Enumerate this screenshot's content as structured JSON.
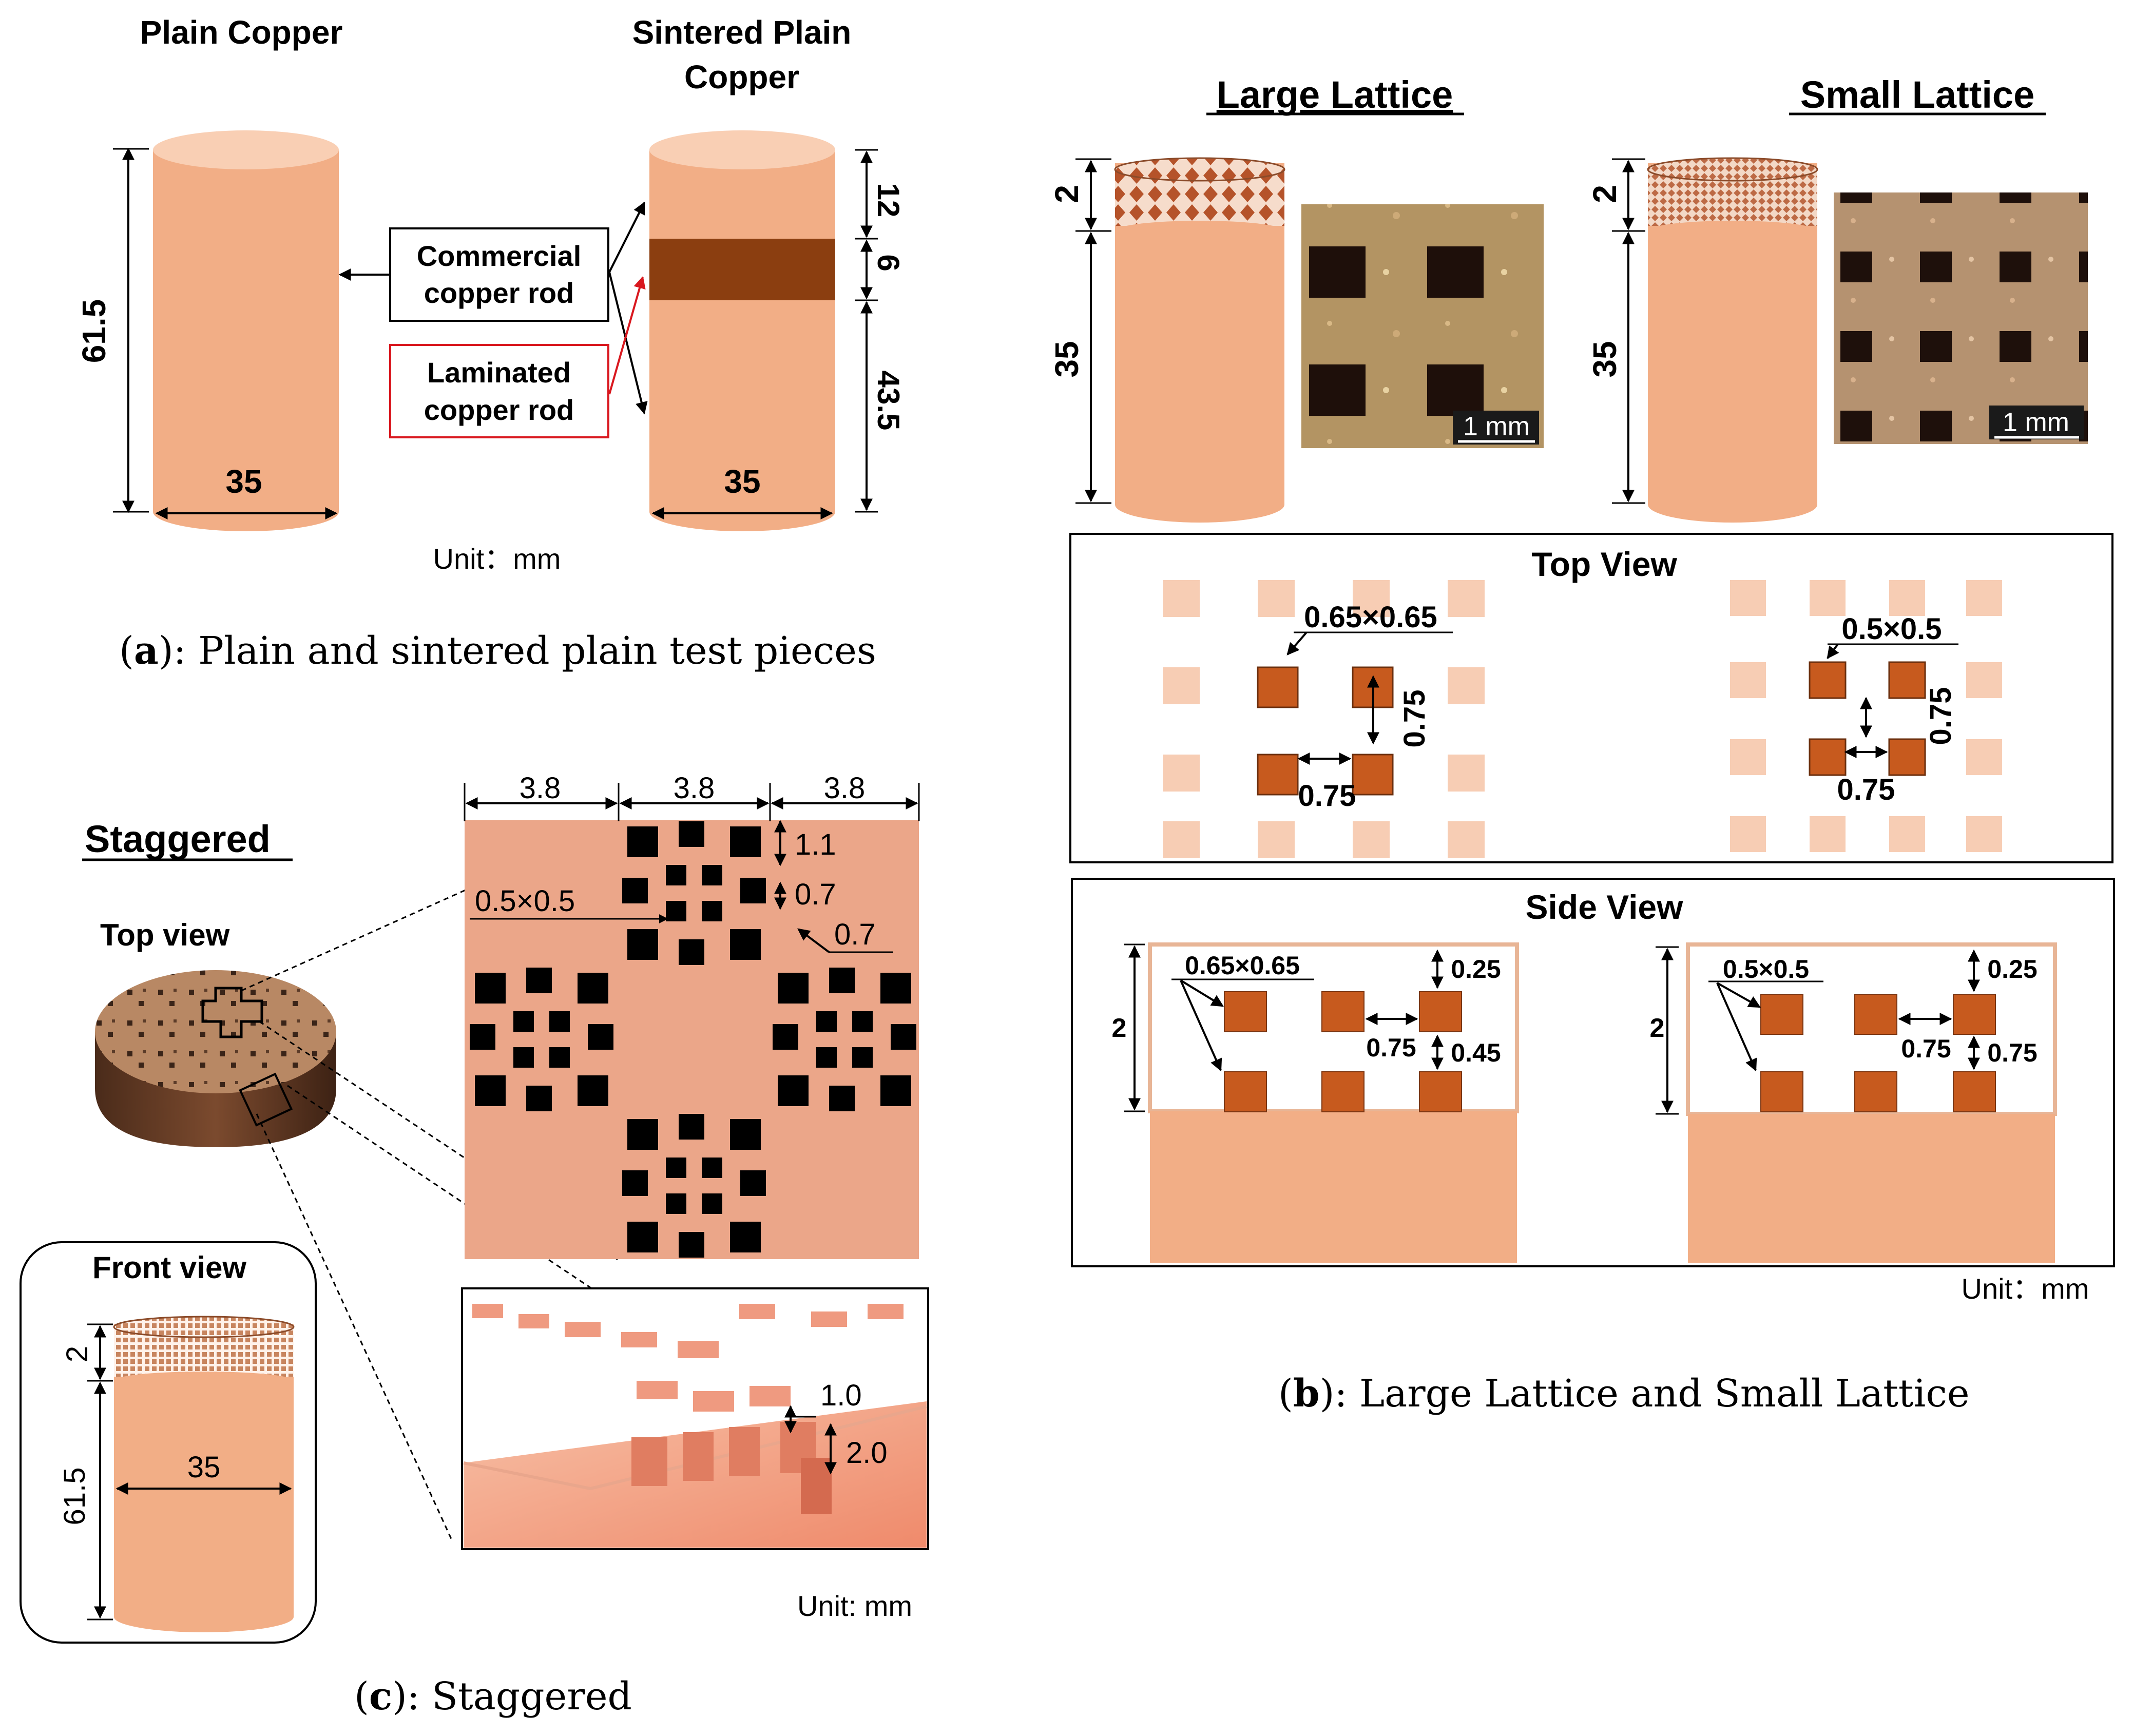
{
  "panel_a": {
    "plain_title": "Plain Copper",
    "sintered_title_line1": "Sintered Plain",
    "sintered_title_line2": "Copper",
    "dim_height": "61.5",
    "dim_diameter": "35",
    "dim_top": "12",
    "dim_band": "6",
    "dim_bottom": "43.5",
    "label_commercial_line1": "Commercial",
    "label_commercial_line2": "copper rod",
    "label_laminated_line1": "Laminated",
    "label_laminated_line2": "copper rod",
    "unit": "Unit：mm",
    "caption_letter": "a",
    "caption_text": "): Plain and sintered plain test pieces"
  },
  "panel_b": {
    "large_title": "Large Lattice",
    "small_title": "Small Lattice",
    "dim_lattice_height": "2",
    "dim_body_height": "35",
    "scale_bar": "1 mm",
    "top_view_title": "Top View",
    "side_view_title": "Side View",
    "large_pore": "0.65×0.65",
    "small_pore": "0.5×0.5",
    "pitch": "0.75",
    "side_top_gap": "0.25",
    "side_large_gap": "0.45",
    "side_small_gap": "0.75",
    "side_height": "2",
    "unit": "Unit：mm",
    "caption_letter": "b",
    "caption_text": "): Large Lattice and Small Lattice"
  },
  "panel_c": {
    "title": "Staggered",
    "top_view": "Top view",
    "front_view": "Front view",
    "cell_width": "3.8",
    "dim_1_1": "1.1",
    "dim_0_7a": "0.7",
    "dim_0_7b": "0.7",
    "pore": "0.5×0.5",
    "depth_1": "1.0",
    "depth_2": "2.0",
    "front_lattice": "2",
    "front_height": "61.5",
    "front_diameter": "35",
    "unit": "Unit: mm",
    "caption_letter": "c",
    "caption_text": "): Staggered"
  },
  "colors": {
    "copper_body": "#f2ae86",
    "copper_top": "#f9cfb4",
    "copper_band": "#8b3e10",
    "pore_fill": "#c75a1e",
    "faded_pore": "#f7cdb4",
    "staggered_bg": "#eba689",
    "laminated_red": "#d9181f"
  }
}
